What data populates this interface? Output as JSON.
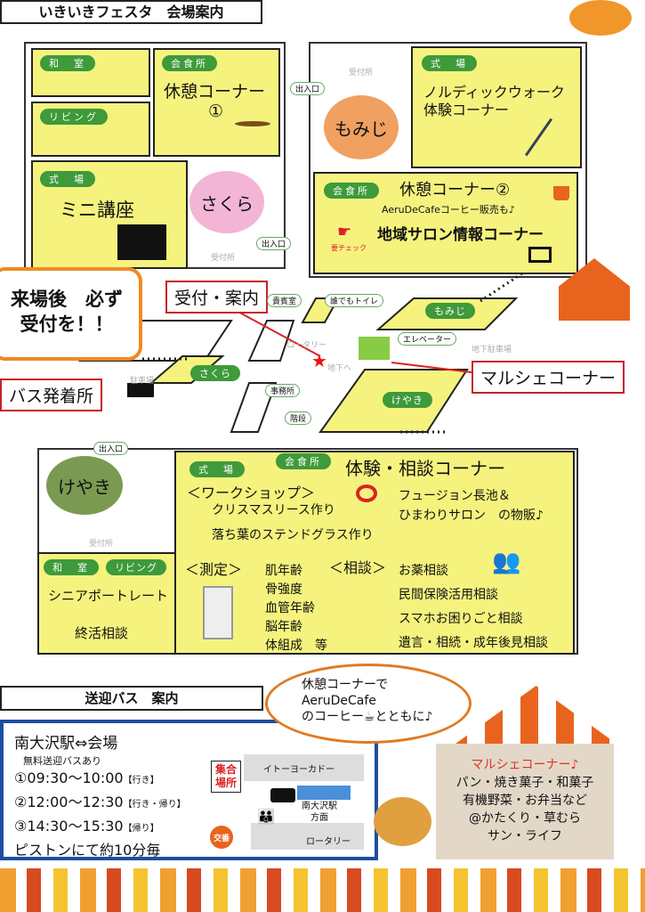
{
  "title": "いきいきフェスタ　会場案内",
  "labels": {
    "entrance": "出入口",
    "reception_desk": "受付所",
    "vip": "貴賓室",
    "toilet": "誰でもトイレ",
    "rotary": "ロータリー",
    "to_basement": "地下へ",
    "office": "事務所",
    "stairs": "階段",
    "parking": "駐車場",
    "elevator": "エレベーター",
    "underground_parking": "地下駐車場",
    "check": "要チェック"
  },
  "rooms": {
    "washitsu": "和　室",
    "living": "リビング",
    "kaishokujo": "会食所",
    "shikijo": "式　場"
  },
  "rest1": {
    "title": "休憩コーナー",
    "num": "①"
  },
  "mini": "ミニ講座",
  "sakura": "さくら",
  "momiji": "もみじ",
  "keyaki": "けやき",
  "nordic": [
    "ノルディックウォーク",
    "体験コーナー"
  ],
  "rest2": {
    "title": "休憩コーナー②",
    "sub": "AeruDeCafeコーヒー販売も♪",
    "salon": "地域サロン情報コーナー"
  },
  "callouts": {
    "must": [
      "来場後　必ず",
      "受付を！！"
    ],
    "reception": "受付・案内",
    "bus_stop": "バス発着所",
    "marche": "マルシェコーナー"
  },
  "experience": {
    "title": "体験・相談コーナー",
    "workshop": "＜ワークショップ＞",
    "ws1": "クリスマスリース作り",
    "ws2": "落ち葉のステンドグラス作り",
    "sale1": "フュージョン長池＆",
    "sale2": "ひまわりサロン　の物販♪",
    "measure": "＜測定＞",
    "measures": [
      "肌年齢",
      "骨強度",
      "血管年齢",
      "脳年齢",
      "体組成　等"
    ],
    "consult": "＜相談＞",
    "consults": [
      "お薬相談",
      "民間保険活用相談",
      "スマホお困りごと相談",
      "遺言・相続・成年後見相談"
    ]
  },
  "senior": [
    "シニアポートレート",
    "終活相談"
  ],
  "bus": {
    "header": "送迎バス　案内",
    "route": "南大沢駅⇔会場",
    "free": "無料送迎バスあり",
    "times": [
      {
        "t": "①09:30～10:00",
        "d": "【行き】"
      },
      {
        "t": "②12:00～12:30",
        "d": "【行き・帰り】"
      },
      {
        "t": "③14:30～15:30",
        "d": "【帰り】"
      }
    ],
    "freq": "ピストンにて約10分毎",
    "meet": [
      "集合",
      "場所"
    ],
    "ito": "イトーヨーカドー",
    "dir": [
      "南大沢駅",
      "方面"
    ],
    "rotary": "ロータリー",
    "koban": "交番"
  },
  "bubble": [
    "休憩コーナーで",
    "AeruDeCafe",
    "のコーヒー☕とともに♪"
  ],
  "marche": {
    "title": "マルシェコーナー♪",
    "lines": [
      "パン・焼き菓子・和菓子",
      "有機野菜・お弁当など",
      "@かたくり・草むら",
      "サン・ライフ"
    ]
  }
}
